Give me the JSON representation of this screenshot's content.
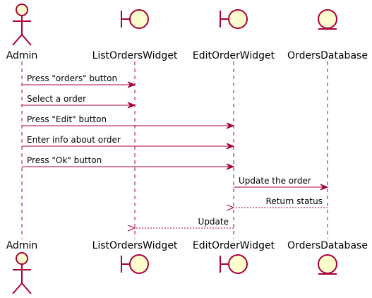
{
  "participants": [
    {
      "id": "admin",
      "label": "Admin",
      "kind": "actor"
    },
    {
      "id": "list_orders_widget",
      "label": "ListOrdersWidget",
      "kind": "boundary"
    },
    {
      "id": "edit_order_widget",
      "label": "EditOrderWidget",
      "kind": "boundary"
    },
    {
      "id": "orders_database",
      "label": "OrdersDatabase",
      "kind": "entity"
    }
  ],
  "messages": [
    {
      "from": "admin",
      "to": "list_orders_widget",
      "text": "Press \"orders\" button",
      "style": "sync"
    },
    {
      "from": "admin",
      "to": "list_orders_widget",
      "text": "Select a order",
      "style": "sync"
    },
    {
      "from": "admin",
      "to": "edit_order_widget",
      "text": "Press \"Edit\" button",
      "style": "sync"
    },
    {
      "from": "admin",
      "to": "edit_order_widget",
      "text": "Enter info about order",
      "style": "sync"
    },
    {
      "from": "admin",
      "to": "edit_order_widget",
      "text": "Press \"Ok\" button",
      "style": "sync"
    },
    {
      "from": "edit_order_widget",
      "to": "orders_database",
      "text": "Update the order",
      "style": "sync"
    },
    {
      "from": "orders_database",
      "to": "edit_order_widget",
      "text": "Return status",
      "style": "return"
    },
    {
      "from": "edit_order_widget",
      "to": "list_orders_widget",
      "text": "Update",
      "style": "return"
    }
  ],
  "colors": {
    "line": "#A80036",
    "fill": "#FEFECE",
    "text": "#000000"
  }
}
